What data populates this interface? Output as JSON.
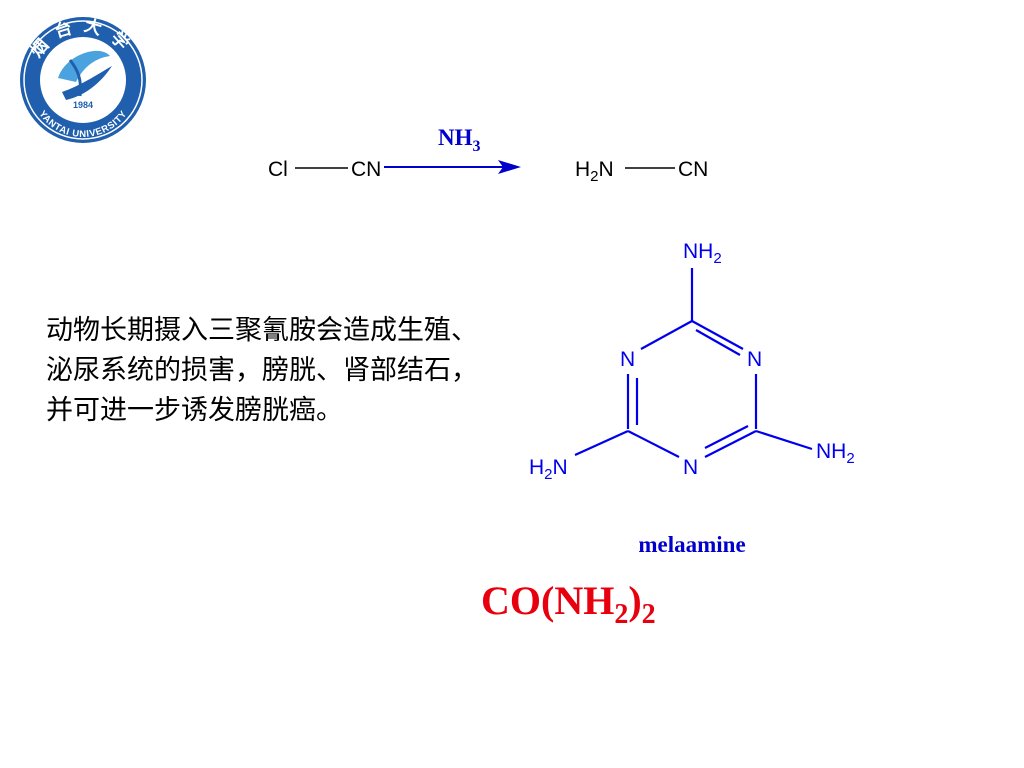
{
  "logo": {
    "name_top": "烟台大学",
    "year": "1984",
    "name_bottom": "YANTAI UNIVERSITY",
    "colors": {
      "ring": "#1f5fae",
      "inner": "#ffffff",
      "accent": "#4aa3df"
    }
  },
  "reaction": {
    "reactant": {
      "left": "Cl",
      "right": "CN"
    },
    "reagent": {
      "base": "NH",
      "sub": "3"
    },
    "product": {
      "left_base": "H",
      "left_sub": "2",
      "left_tail": "N",
      "right": "CN"
    }
  },
  "melamine": {
    "atoms": {
      "top_group": {
        "base": "NH",
        "sub": "2"
      },
      "left_ring_n": "N",
      "right_ring_n": "N",
      "bottom_ring_n": "N",
      "right_group": {
        "base": "NH",
        "sub": "2"
      },
      "left_group": {
        "base": "H",
        "sub": "2",
        "tail": "N"
      }
    },
    "label": "melaamine",
    "color": "#0000ee"
  },
  "description": {
    "lines": [
      "动物长期摄入三聚氰胺会造成生殖、",
      "泌尿系统的损害，膀胱、肾部结石，",
      "并可进一步诱发膀胱癌。"
    ]
  },
  "urea": {
    "formula": {
      "part1": "CO(NH",
      "sub1": "2",
      "part2": ")",
      "sub2": "2"
    },
    "color": "#e8000e"
  }
}
